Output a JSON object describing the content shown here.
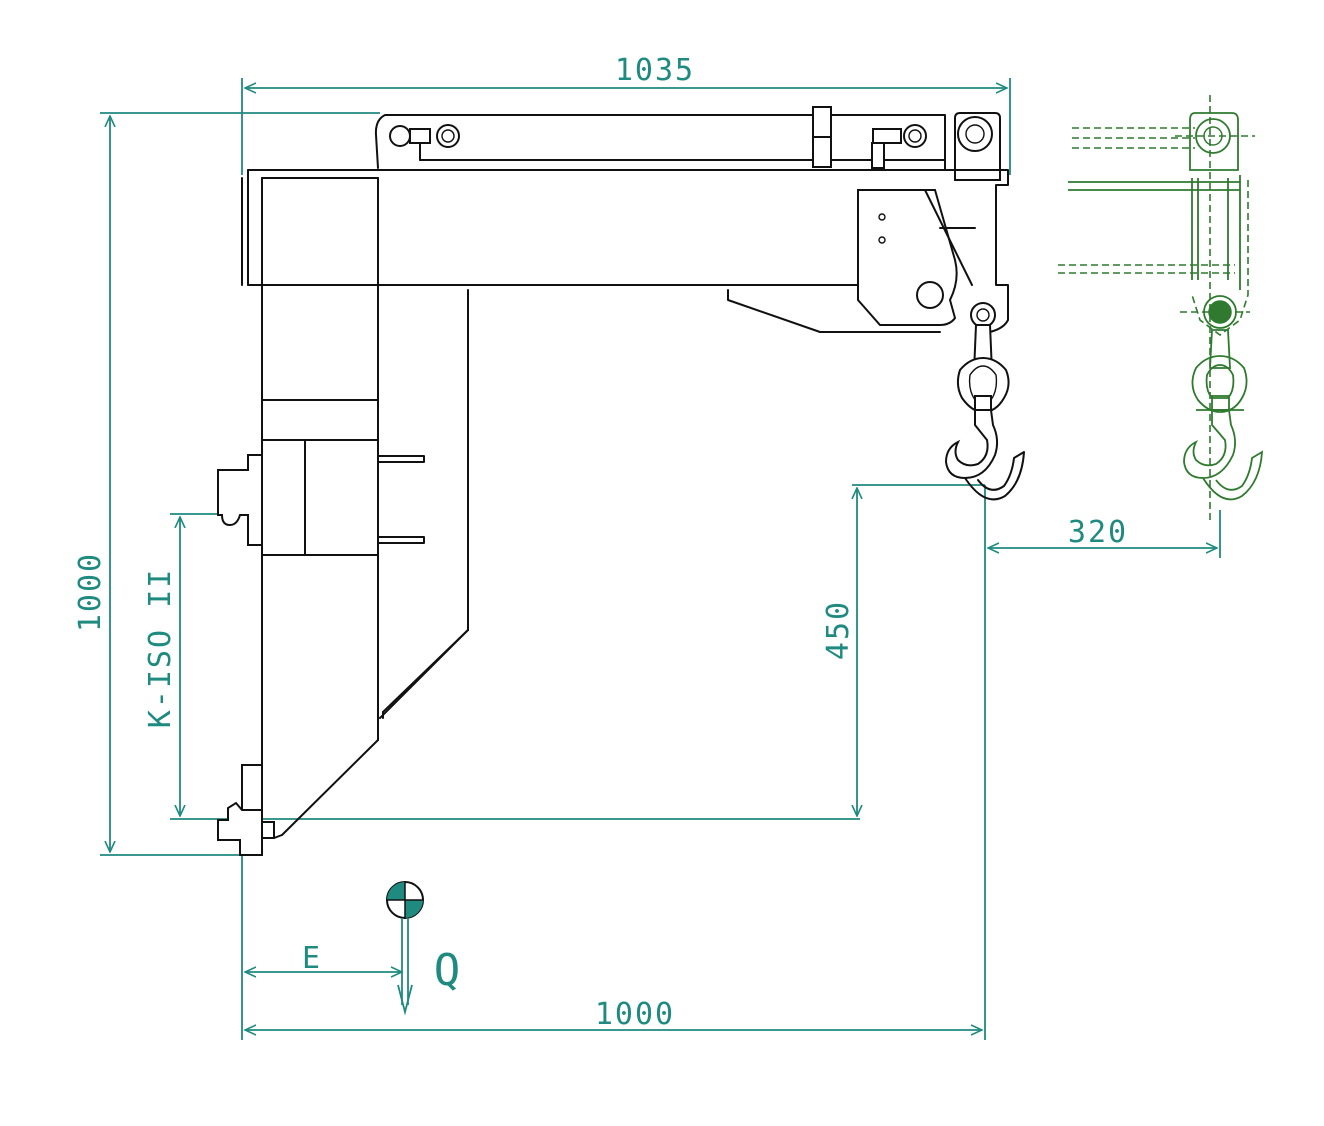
{
  "colors": {
    "outline": "#111111",
    "dimension": "#1f8a80",
    "alternate_position": "#2f7a2f",
    "background": "#ffffff"
  },
  "dimensions": {
    "overall_length": "1035",
    "overall_height": "1000",
    "reach": "1000",
    "hook_height": "450",
    "hook_extension": "320",
    "fork_class": "K-ISO II",
    "load_center_label": "E",
    "load_label": "Q"
  }
}
